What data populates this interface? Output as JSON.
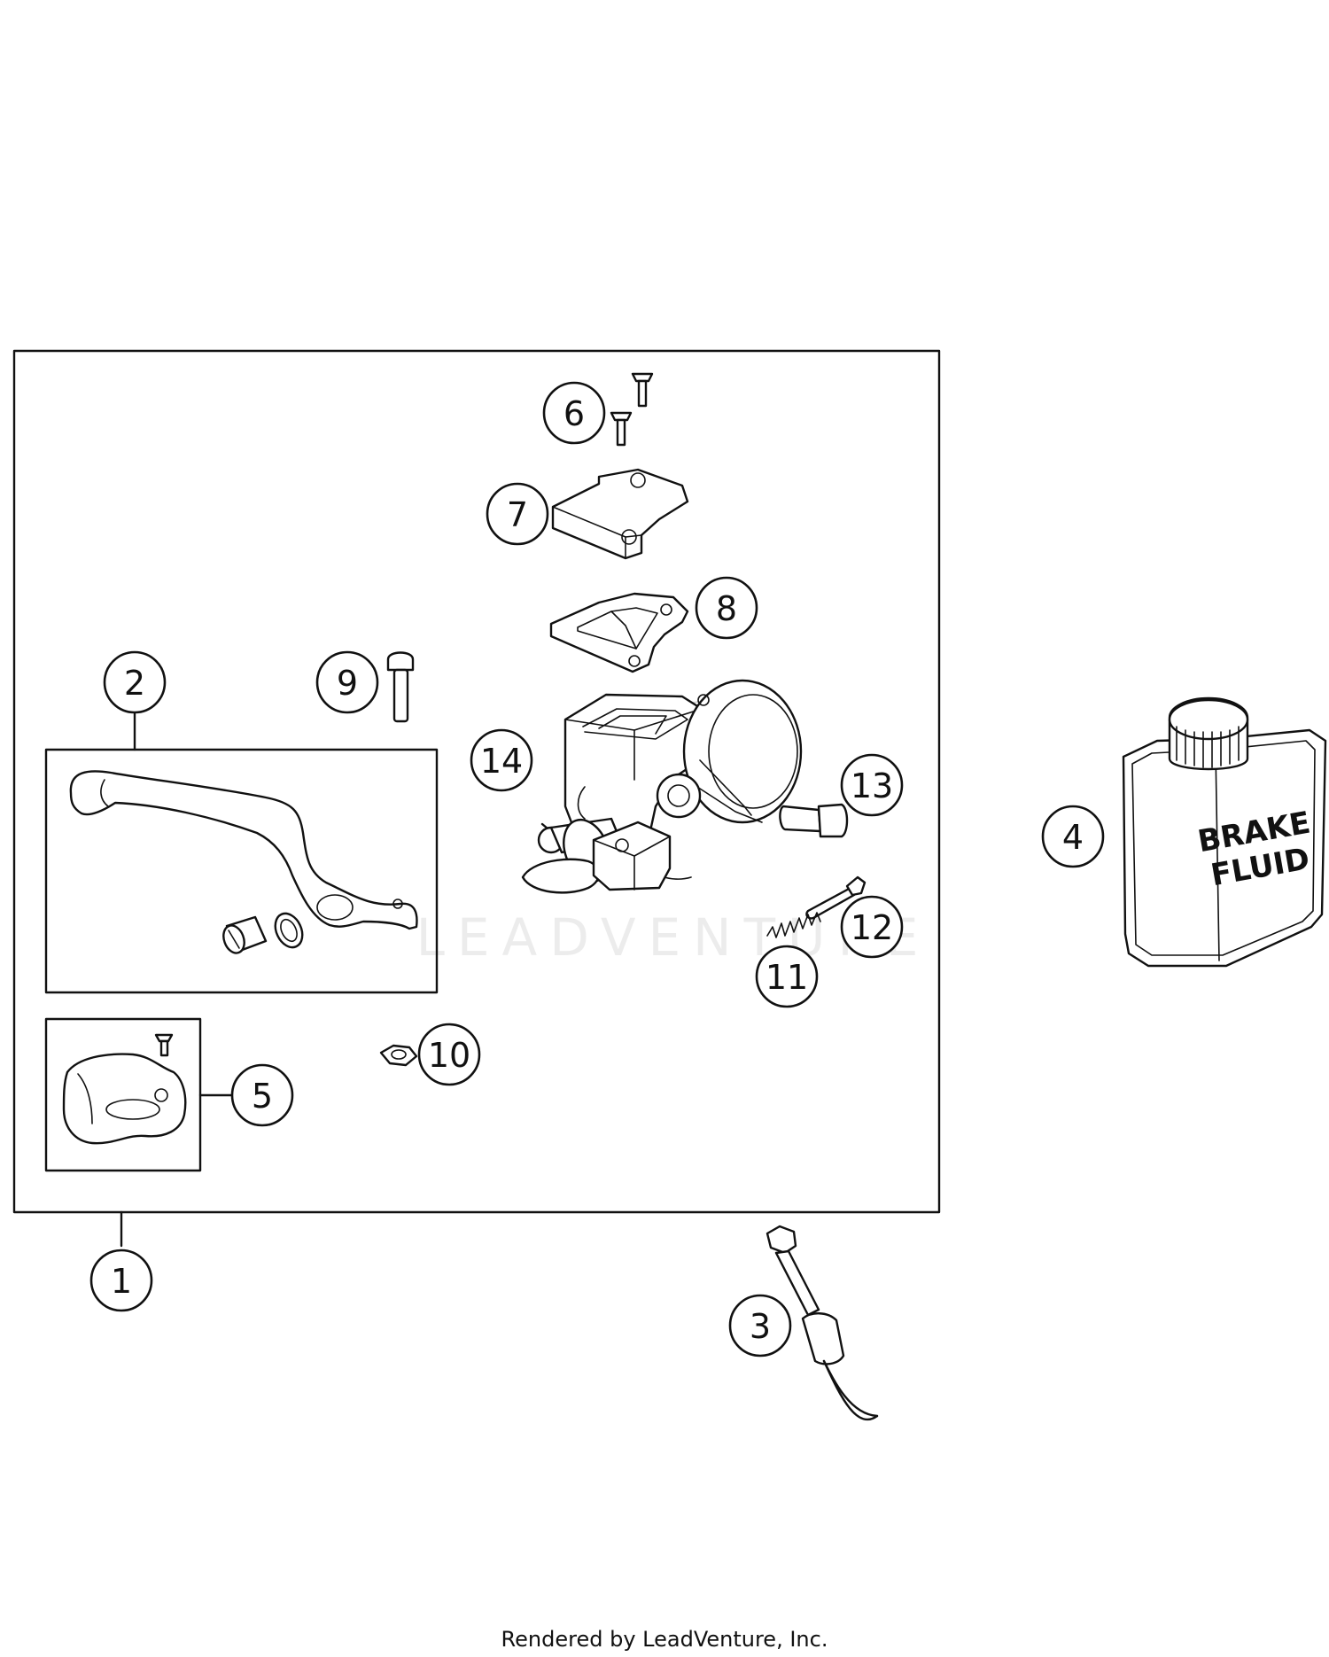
{
  "callouts": [
    {
      "number": "1"
    },
    {
      "number": "2"
    },
    {
      "number": "3"
    },
    {
      "number": "4"
    },
    {
      "number": "5"
    },
    {
      "number": "6"
    },
    {
      "number": "7"
    },
    {
      "number": "8"
    },
    {
      "number": "9"
    },
    {
      "number": "10"
    },
    {
      "number": "11"
    },
    {
      "number": "12"
    },
    {
      "number": "13"
    },
    {
      "number": "14"
    }
  ],
  "can_label": {
    "line1": "BRAKE",
    "line2": "FLUID"
  },
  "watermark": "LEADVENTURE",
  "footer": "Rendered by LeadVenture, Inc."
}
